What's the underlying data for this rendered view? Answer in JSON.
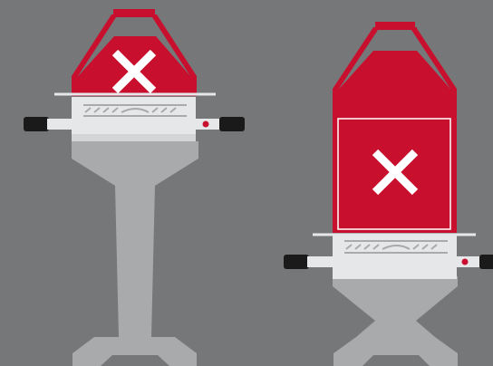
{
  "colors": {
    "background": "#757779",
    "lid_red": "#c8102e",
    "handle_black": "#1a1a1a",
    "body_light": "#e6e7e8",
    "stand_gray": "#a8aaac",
    "mark_white": "#ffffff"
  },
  "grills": [
    {
      "variant": "pedestal-stand",
      "lid": "low-lid",
      "mark": "x-icon"
    },
    {
      "variant": "short-stand",
      "lid": "tall-lid",
      "mark": "x-icon"
    }
  ]
}
